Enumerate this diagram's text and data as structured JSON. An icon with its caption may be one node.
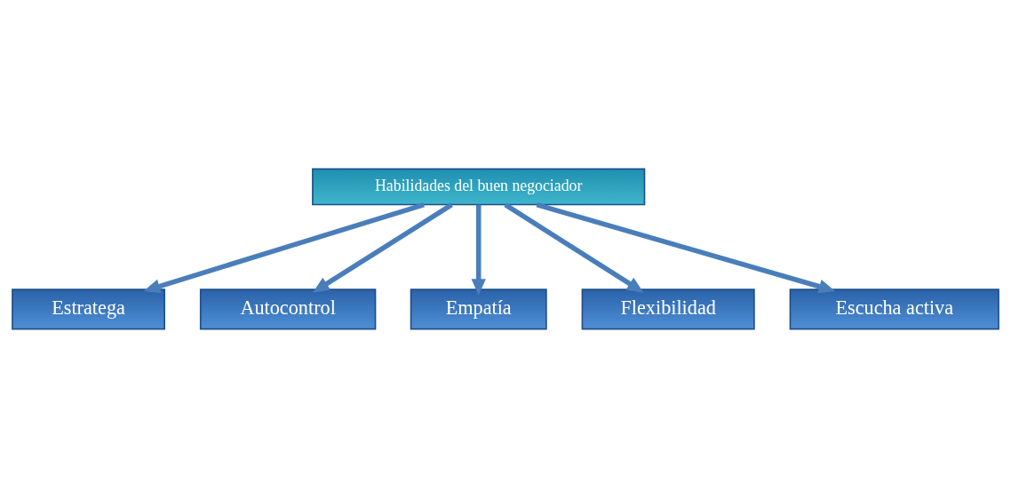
{
  "diagram": {
    "nodes": [
      {
        "text": [
          "Habilidades del buen negociador"
        ]
      },
      {
        "text": [
          "Estratega"
        ]
      },
      {
        "text": [
          "Autocontrol"
        ]
      },
      {
        "text": [
          "Empatía"
        ]
      },
      {
        "text": [
          "Flexibilidad"
        ]
      },
      {
        "text": [
          "Escucha activa"
        ]
      }
    ],
    "edges": [
      {
        "from": 0,
        "to": 1,
        "arrow": "to"
      },
      {
        "from": 0,
        "to": 2,
        "arrow": "to"
      },
      {
        "from": 0,
        "to": 3,
        "arrow": "to"
      },
      {
        "from": 0,
        "to": 4,
        "arrow": "to"
      },
      {
        "from": 0,
        "to": 5,
        "arrow": "to"
      }
    ]
  }
}
